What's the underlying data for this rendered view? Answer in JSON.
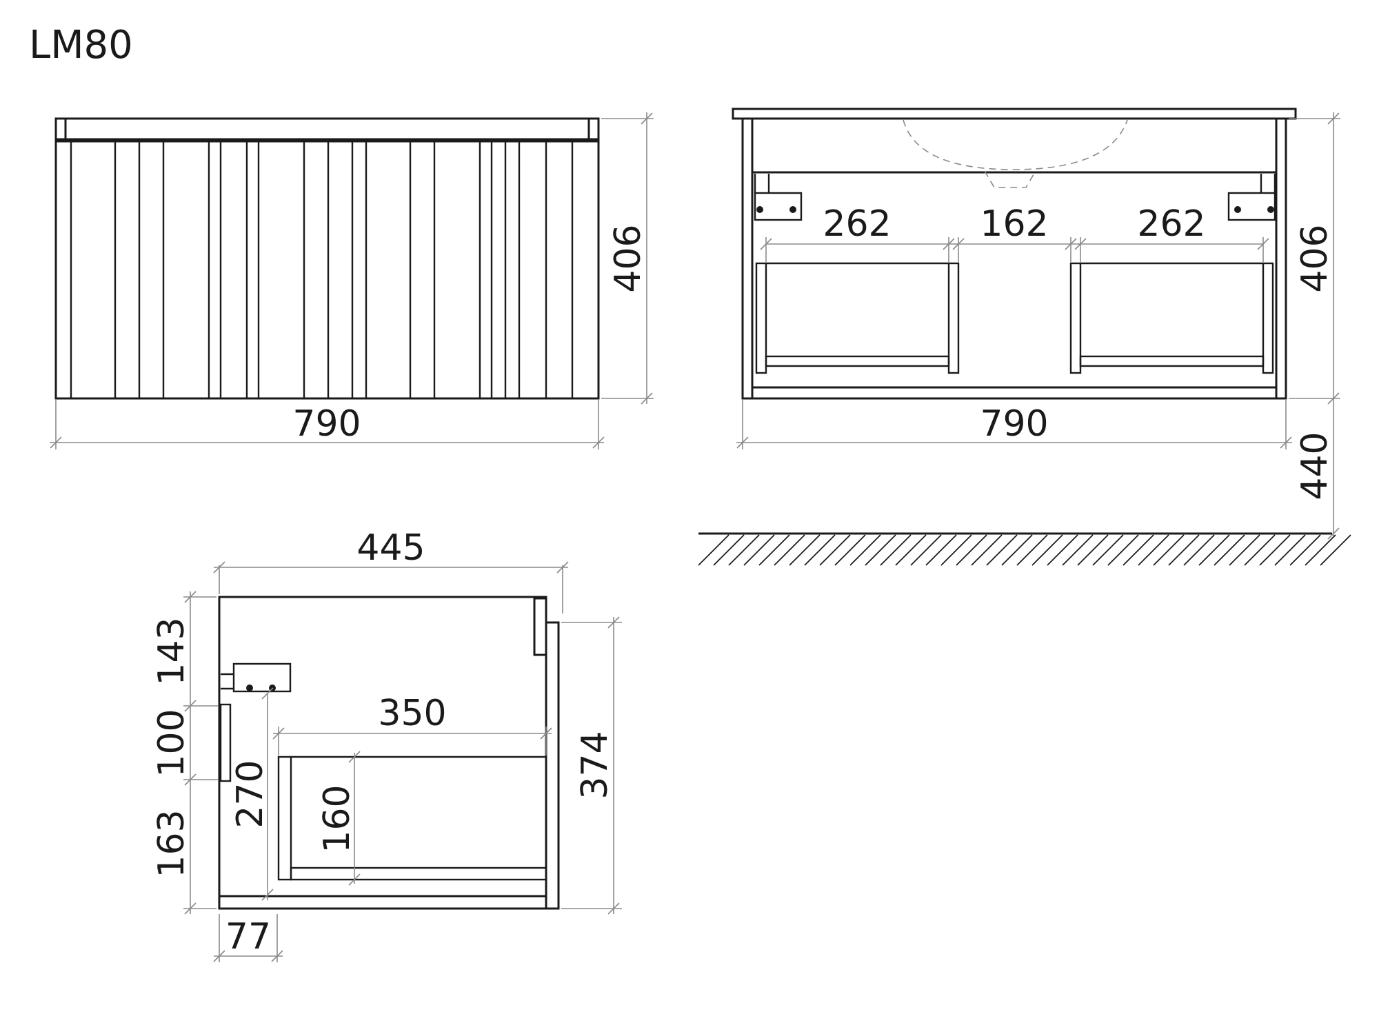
{
  "title": "LM80",
  "front_view": {
    "width_label": "790",
    "height_label": "406"
  },
  "back_view": {
    "width_label": "790",
    "height_label": "406",
    "floor_gap_label": "440",
    "left_drawer_width": "262",
    "center_gap": "162",
    "right_drawer_width": "262"
  },
  "side_view": {
    "depth_label": "445",
    "height_label": "374",
    "top_offset": "143",
    "bracket_height": "100",
    "bottom_offset": "163",
    "drawer_depth": "350",
    "drawer_height": "160",
    "inner_height": "270",
    "back_offset": "77"
  }
}
